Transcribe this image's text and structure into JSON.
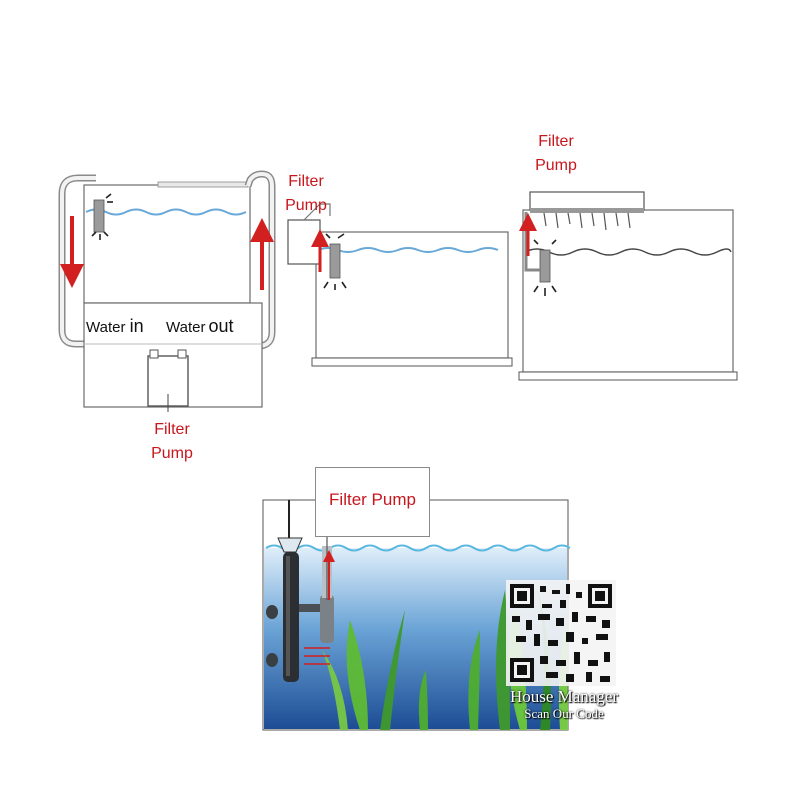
{
  "diagram_1": {
    "water_in_label": "Water",
    "water_in_word": "in",
    "water_out_label": "Water",
    "water_out_word": "out",
    "filter_label_line1": "Filter",
    "filter_label_line2": "Pump"
  },
  "diagram_2": {
    "filter_label_line1": "Filter",
    "filter_label_line2": "Pump"
  },
  "diagram_3": {
    "filter_label_line1": "Filter",
    "filter_label_line2": "Pump"
  },
  "diagram_4": {
    "filter_label": "Filter Pump"
  },
  "brand": {
    "name": "House Manager",
    "tagline": "Scan Our Code"
  },
  "colors": {
    "arrow_red": "#d21f1f",
    "water_blue": "#6aa8d8",
    "tank_outline": "#6b6b6b",
    "label_red": "#c8161d"
  }
}
